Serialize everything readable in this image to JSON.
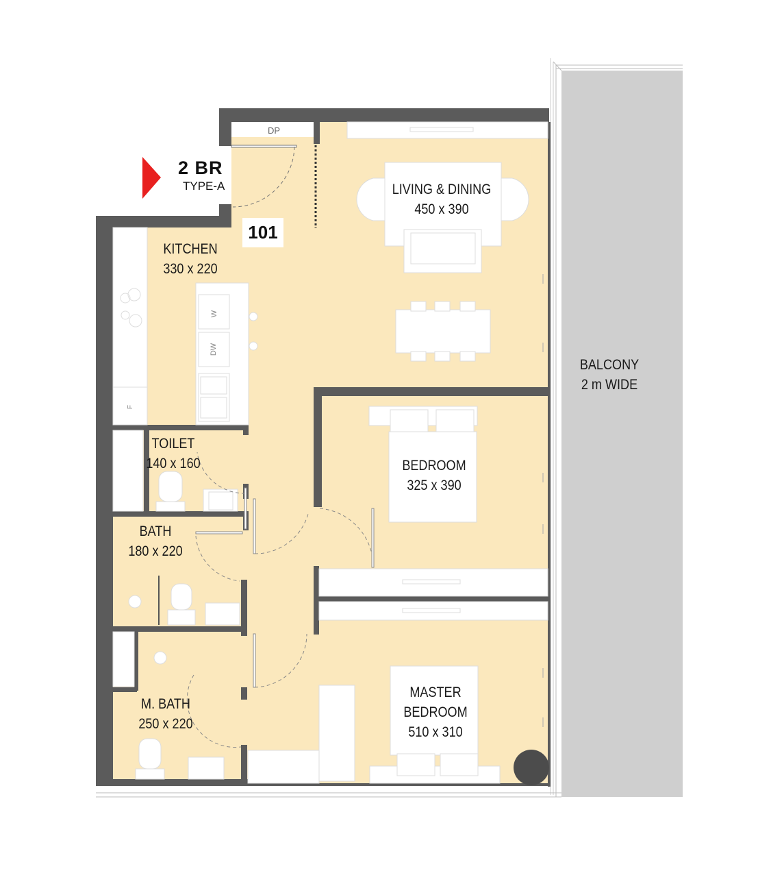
{
  "unit": {
    "type": "2 BR",
    "variant": "TYPE-A",
    "number": "101"
  },
  "fixtures": {
    "duct": "DP",
    "washer": "W",
    "dishwasher": "DW",
    "fridge": "F"
  },
  "rooms": {
    "living": {
      "name": "LIVING & DINING",
      "size": "450 x 390"
    },
    "kitchen": {
      "name": "KITCHEN",
      "size": "330 x 220"
    },
    "toilet": {
      "name": "TOILET",
      "size": "140 x 160"
    },
    "bath": {
      "name": "BATH",
      "size": "180 x 220"
    },
    "mbath": {
      "name": "M. BATH",
      "size": "250 x 220"
    },
    "bedroom": {
      "name": "BEDROOM",
      "size": "325 x 390"
    },
    "master": {
      "name_line1": "MASTER",
      "name_line2": "BEDROOM",
      "size": "510 x 310"
    },
    "balcony": {
      "name": "BALCONY",
      "size": "2 m WIDE"
    }
  },
  "colors": {
    "floor": "#fbe8bd",
    "wall": "#5b5b5b",
    "balcony": "#cfcfcf",
    "arrow": "#e8201f"
  }
}
